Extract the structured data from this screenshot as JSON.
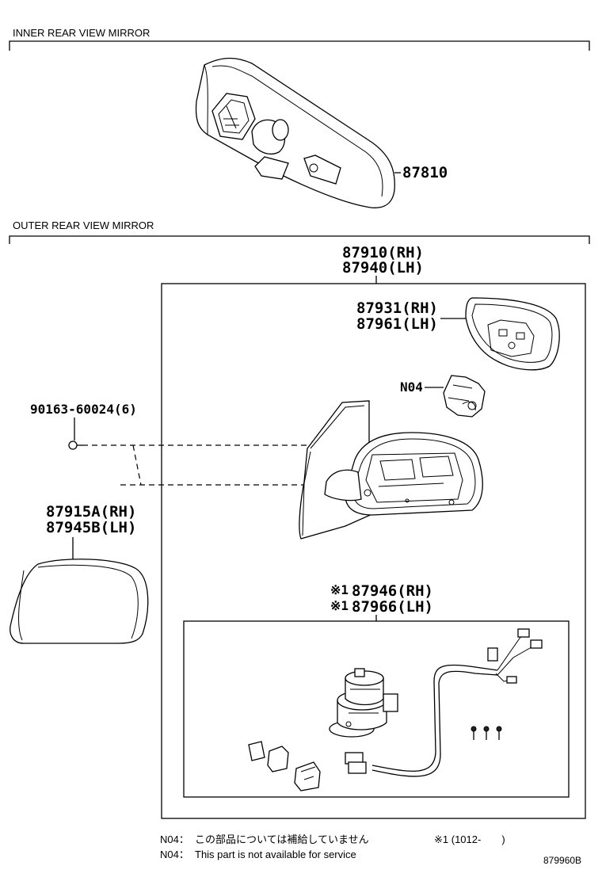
{
  "sections": {
    "inner": "INNER REAR VIEW MIRROR",
    "outer": "OUTER REAR VIEW MIRROR"
  },
  "parts": {
    "p87810": "87810",
    "p87910": "87910(RH)",
    "p87940": "87940(LH)",
    "p87931": "87931(RH)",
    "p87961": "87961(LH)",
    "n04": "N04",
    "p90163": "90163-60024(6)",
    "p87915": "87915A(RH)",
    "p87945": "87945B(LH)",
    "p87946": "87946(RH)",
    "p87966": "87966(LH)",
    "star1": "※1",
    "star2": "※1"
  },
  "notes": {
    "n1_code": "N04：",
    "n1_text": "この部品については補給していません",
    "n2_code": "N04：",
    "n2_text": "This part is not available for service",
    "footnote": "※1 (1012-　　)"
  },
  "diagram_ref": "879960B"
}
